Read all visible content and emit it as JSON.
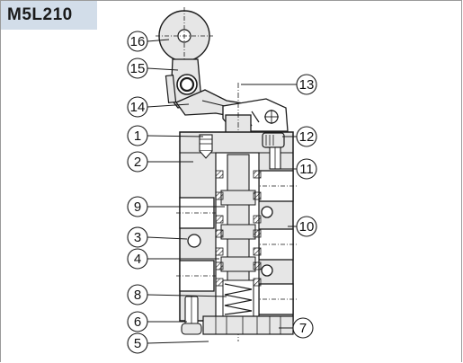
{
  "model": "M5L210",
  "callouts": [
    {
      "num": "1"
    },
    {
      "num": "2"
    },
    {
      "num": "3"
    },
    {
      "num": "4"
    },
    {
      "num": "5"
    },
    {
      "num": "6"
    },
    {
      "num": "7"
    },
    {
      "num": "8"
    },
    {
      "num": "9"
    },
    {
      "num": "10"
    },
    {
      "num": "11"
    },
    {
      "num": "12"
    },
    {
      "num": "13"
    },
    {
      "num": "14"
    },
    {
      "num": "15"
    },
    {
      "num": "16"
    }
  ],
  "colors": {
    "body_fill": "#e6e6e6",
    "line": "#1a1a1a",
    "badge": "#d2dde9"
  }
}
